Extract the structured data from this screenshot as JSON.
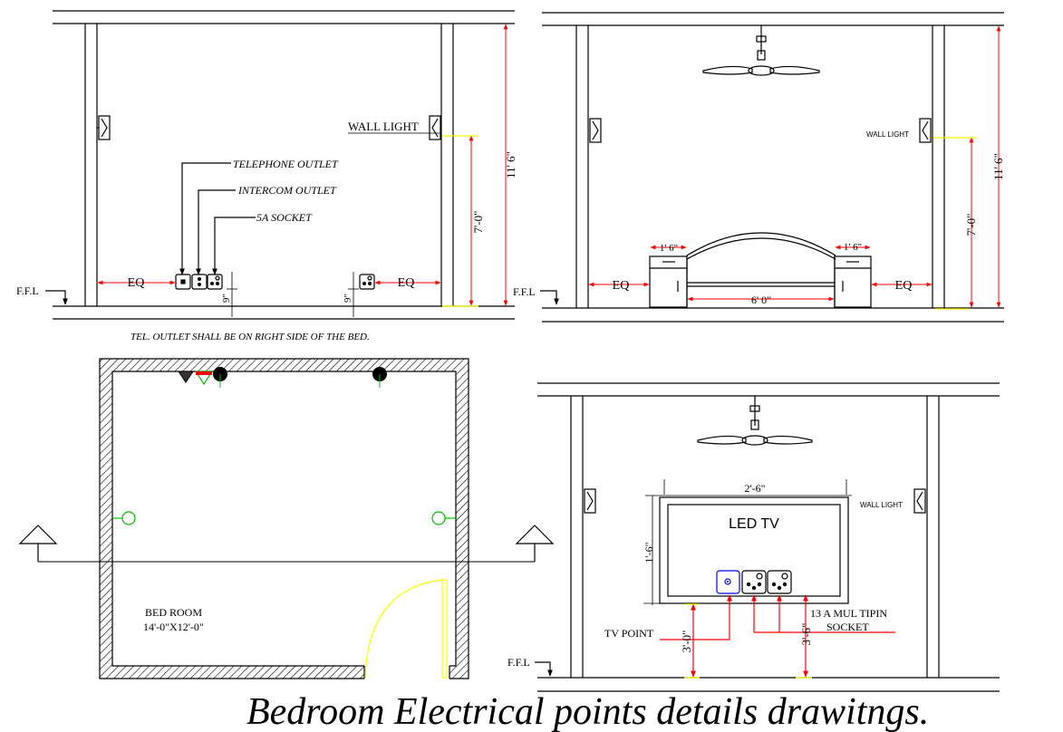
{
  "title": "Bedroom Electrical points details drawitngs.",
  "elevation1": {
    "wall_light": "WALL LIGHT",
    "telephone_outlet": "TELEPHONE OUTLET",
    "intercom_outlet": "INTERCOM OUTLET",
    "socket_5a": "5A SOCKET",
    "eq_left": "EQ",
    "eq_right": "EQ",
    "height_total": "11' 6\"",
    "height_light": "7'-0\"",
    "socket_height_left": "9\"",
    "socket_height_right": "9\"",
    "ffl": "F.F.L",
    "note": "TEL. OUTLET SHALL BE ON RIGHT SIDE OF THE BED."
  },
  "elevation2": {
    "wall_light": "WALL  LIGHT",
    "eq_left": "EQ",
    "eq_right": "EQ",
    "side_table_left": "1' 6\"",
    "side_table_right": "1' 6\"",
    "bed_width": "6' 0\"",
    "height_total": "11' 6\"",
    "height_light": "7'-0\"",
    "ffl": "F.F.L"
  },
  "plan": {
    "room_name": "BED ROOM",
    "room_size": "14'-0\"X12'-0\""
  },
  "elevation3": {
    "tv_label": "LED  TV",
    "tv_width": "2'-6\"",
    "tv_height": "1'-6\"",
    "wall_light": "WALL  LIGHT",
    "tv_point": "TV POINT",
    "socket_line1": "13 A MUL TIPIN",
    "socket_line2": "SOCKET",
    "tv_point_height": "3'-0\"",
    "socket_height": "3'-6\"",
    "ffl": "F.F.L"
  },
  "colors": {
    "line": "#000000",
    "dimension": "#ff0000",
    "extension": "#ffff00",
    "accent_green": "#00c000",
    "accent_blue": "#0000ff"
  }
}
